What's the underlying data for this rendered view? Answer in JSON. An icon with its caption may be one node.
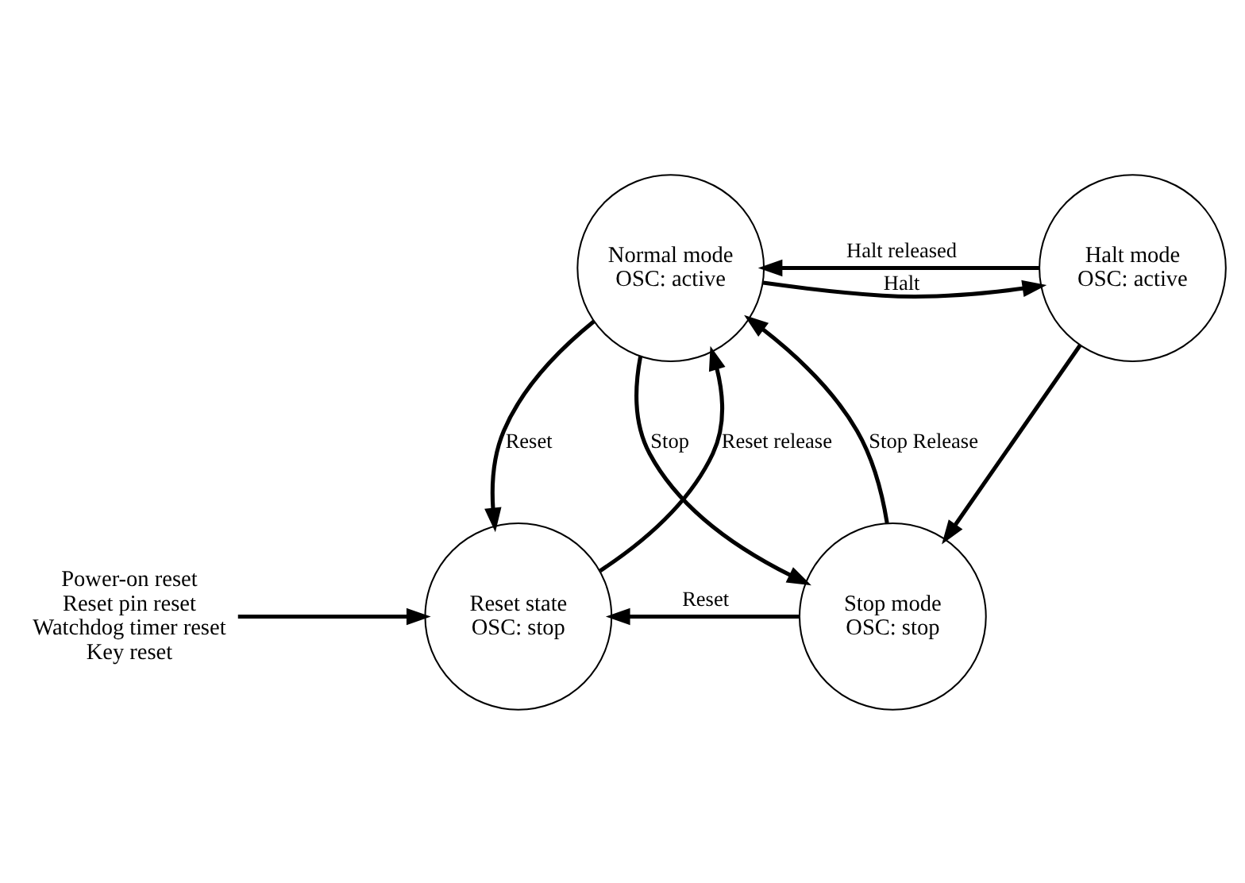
{
  "diagram": {
    "nodes": [
      {
        "text": [
          "Normal mode",
          "OSC: active"
        ]
      },
      {
        "text": [
          "Halt mode",
          "OSC: active"
        ]
      },
      {
        "text": [
          "Reset state",
          "OSC: stop"
        ]
      },
      {
        "text": [
          "Stop mode",
          "OSC: stop"
        ]
      },
      {
        "text": [
          "Power-on reset",
          "Reset pin reset",
          "Watchdog timer reset",
          "Key reset"
        ]
      }
    ],
    "edges": [
      {
        "from": 0,
        "to": 1,
        "arrow": "to",
        "label": "Halt"
      },
      {
        "from": 1,
        "to": 0,
        "arrow": "to",
        "label": "Halt released"
      },
      {
        "from": 0,
        "to": 3,
        "arrow": "to",
        "label": "Stop"
      },
      {
        "from": 3,
        "to": 0,
        "arrow": "to",
        "label": "Stop Release"
      },
      {
        "from": 1,
        "to": 3,
        "arrow": "to"
      },
      {
        "from": 2,
        "to": 0,
        "arrow": "to",
        "label": "Reset release"
      },
      {
        "from": 0,
        "to": 2,
        "arrow": "to",
        "label": "Reset"
      },
      {
        "from": 3,
        "to": 2,
        "arrow": "to",
        "label": "Reset"
      },
      {
        "from": 4,
        "to": 2,
        "arrow": "to"
      }
    ]
  }
}
